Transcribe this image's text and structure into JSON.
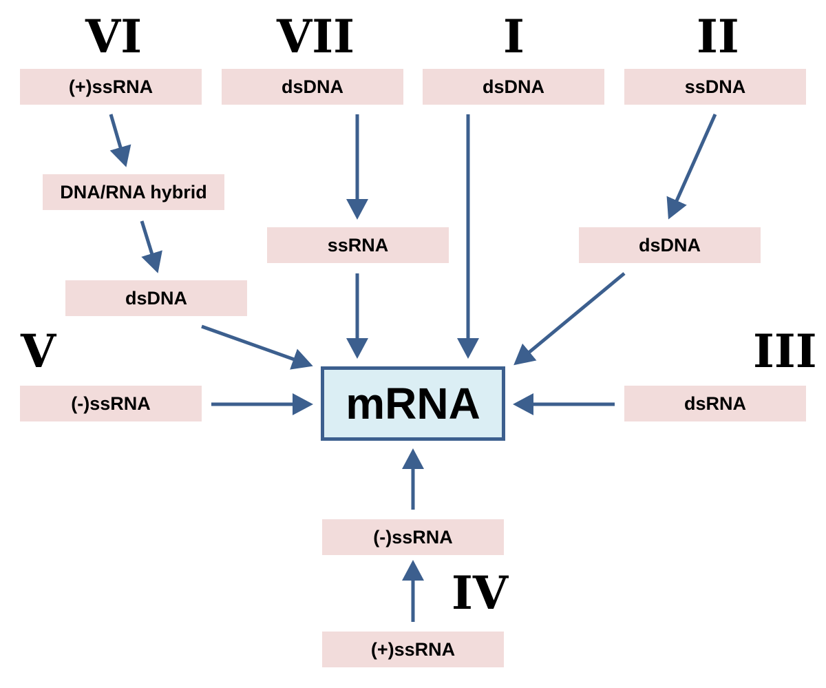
{
  "center": {
    "label": "mRNA"
  },
  "arrow_color": "#3c5f8e",
  "box_color": "#f2dcdb",
  "center_color": "#dbeef4",
  "groups": {
    "VI": {
      "numeral": "VI",
      "start": "(+)ssRNA",
      "step1": "DNA/RNA hybrid",
      "step2": "dsDNA"
    },
    "VII": {
      "numeral": "VII",
      "start": "dsDNA",
      "step1": "ssRNA"
    },
    "I": {
      "numeral": "I",
      "start": "dsDNA"
    },
    "II": {
      "numeral": "II",
      "start": "ssDNA",
      "step1": "dsDNA"
    },
    "V": {
      "numeral": "V",
      "start": "(-)ssRNA"
    },
    "III": {
      "numeral": "III",
      "start": "dsRNA"
    },
    "IV": {
      "numeral": "IV",
      "start": "(+)ssRNA",
      "step1": "(-)ssRNA"
    }
  }
}
